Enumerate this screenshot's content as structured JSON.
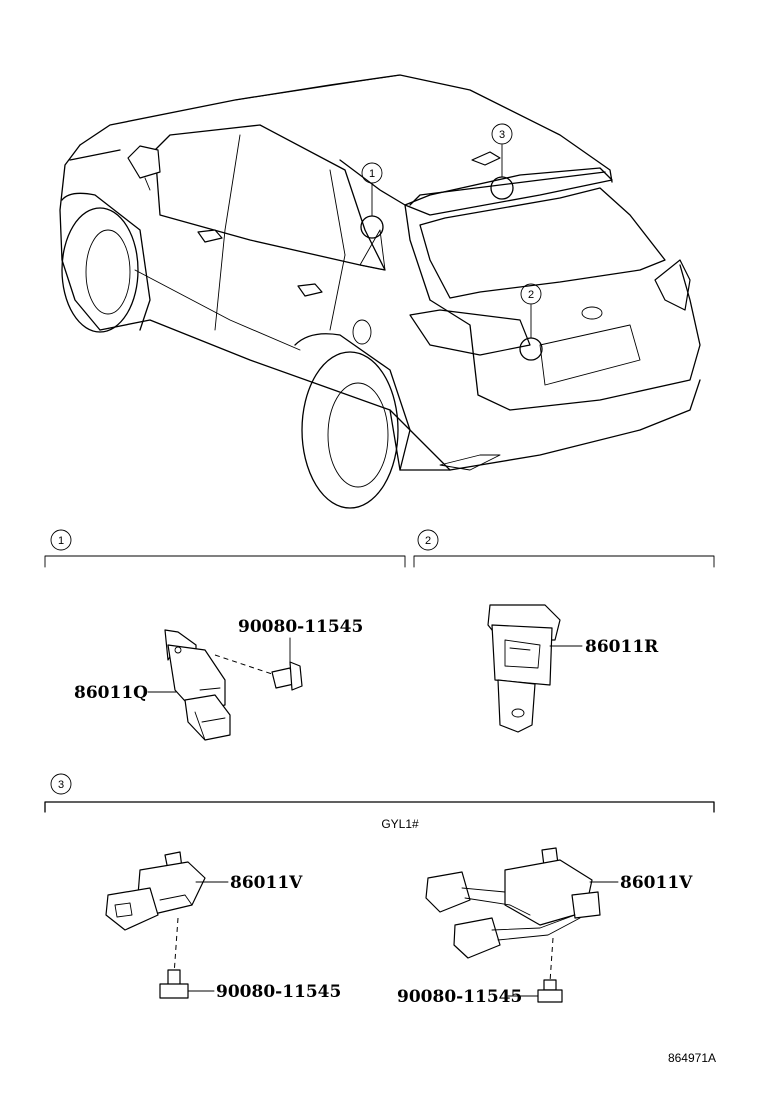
{
  "diagram": {
    "callouts": [
      {
        "num": "1"
      },
      {
        "num": "2"
      },
      {
        "num": "3"
      }
    ],
    "sections": [
      {
        "num": "1",
        "parts": [
          {
            "label": "90080-11545"
          },
          {
            "label": "86011Q"
          }
        ]
      },
      {
        "num": "2",
        "parts": [
          {
            "label": "86011R"
          }
        ]
      },
      {
        "num": "3",
        "note": "GYL1#",
        "parts": [
          {
            "label": "86011V"
          },
          {
            "label": "90080-11545"
          },
          {
            "label": "86011V"
          },
          {
            "label": "90080-11545"
          }
        ]
      }
    ],
    "figure_id": "864971A"
  }
}
